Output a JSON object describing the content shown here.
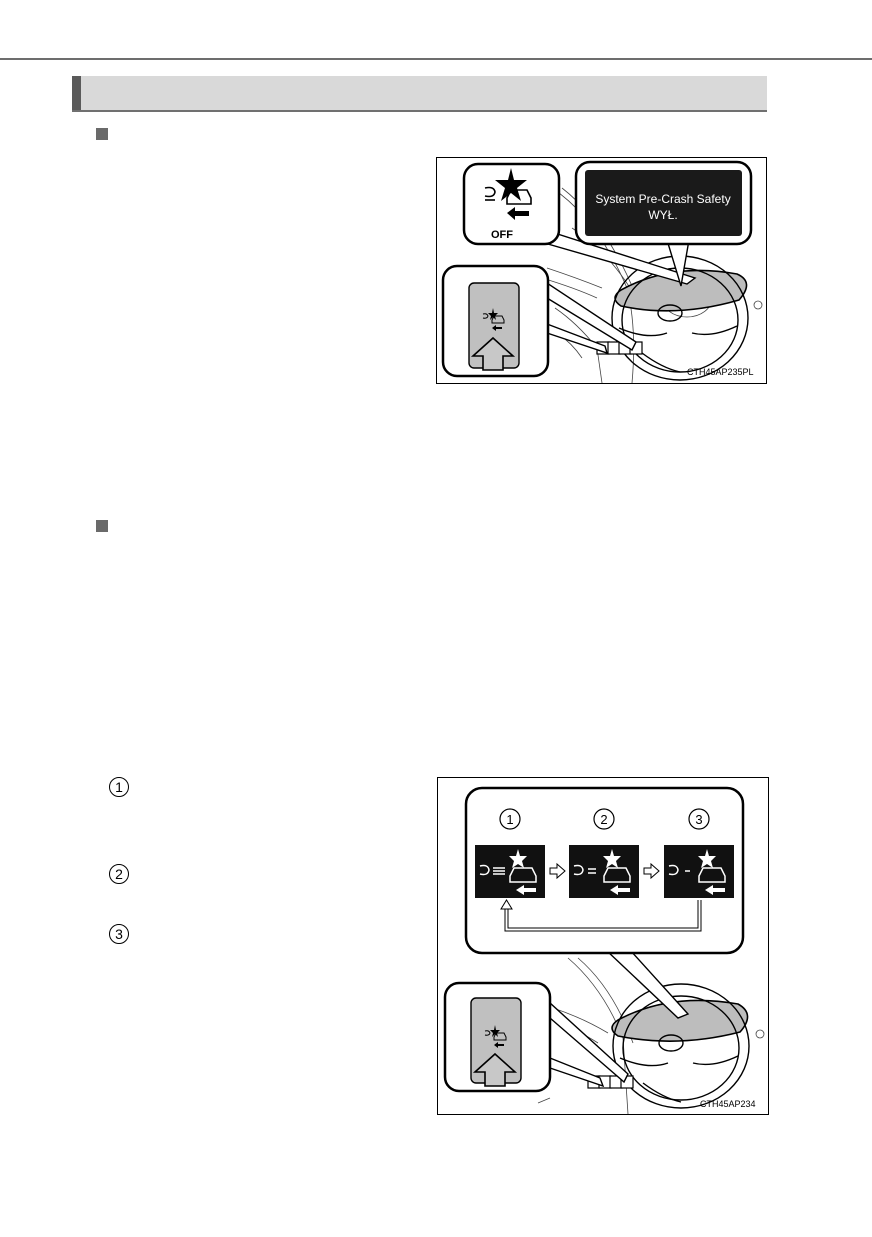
{
  "figure1": {
    "message_line1": "System Pre-Crash Safety",
    "message_line2": "WYŁ.",
    "off_label": "OFF",
    "code": "CTH45AP235PL",
    "icons": [
      "pre-crash-icon",
      "switch-arrow-icon"
    ]
  },
  "figure2": {
    "markers": [
      "1",
      "2",
      "3"
    ],
    "code": "CTH45AP234"
  },
  "list_markers": [
    "1",
    "2",
    "3"
  ],
  "colors": {
    "header_bar": "#d9d9d9",
    "header_accent": "#5a5a5a",
    "message_bg": "#1a1a1a"
  }
}
